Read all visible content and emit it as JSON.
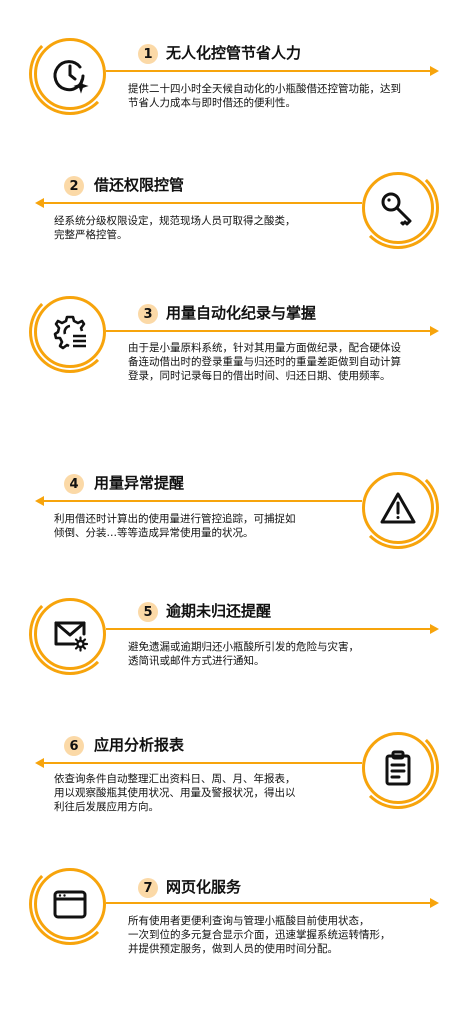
{
  "colors": {
    "accent": "#f7a40c",
    "badge": "#fbd9a7"
  },
  "features": [
    {
      "num": "1",
      "title": "无人化控管节省人力",
      "icon": "clock-sparkle-icon",
      "lines": [
        "提供二十四小时全天候自动化的小瓶酸借还控管功能，达到",
        "节省人力成本与即时借还的便利性。"
      ]
    },
    {
      "num": "2",
      "title": "借还权限控管",
      "icon": "key-icon",
      "lines": [
        "经系统分级权限设定，规范现场人员可取得之酸类，",
        "完整严格控管。"
      ]
    },
    {
      "num": "3",
      "title": "用量自动化纪录与掌握",
      "icon": "gear-list-icon",
      "lines": [
        "由于是小量原料系统，针对其用量方面做纪录，配合硬体设",
        "备连动借出时的登录重量与归还时的重量差距做到自动计算",
        "登录，同时记录每日的借出时间、归还日期、使用频率。"
      ]
    },
    {
      "num": "4",
      "title": "用量异常提醒",
      "icon": "warning-icon",
      "lines": [
        "利用借还时计算出的使用量进行管控追踪，可捕捉如",
        "倾倒、分装…等等造成异常使用量的状况。"
      ]
    },
    {
      "num": "5",
      "title": "逾期未归还提醒",
      "icon": "mail-gear-icon",
      "lines": [
        "避免遗漏或逾期归还小瓶酸所引发的危险与灾害，",
        "透简讯或邮件方式进行通知。"
      ]
    },
    {
      "num": "6",
      "title": "应用分析报表",
      "icon": "clipboard-icon",
      "lines": [
        "依查询条件自动整理汇出资料日、周、月、年报表，",
        "用以观察酸瓶其使用状况、用量及警报状况，得出以",
        "利往后发展应用方向。"
      ]
    },
    {
      "num": "7",
      "title": "网页化服务",
      "icon": "browser-window-icon",
      "lines": [
        "所有使用者更便利查询与管理小瓶酸目前使用状态，",
        "一次到位的多元复合显示介面，迅速掌握系统运转情形，",
        "并提供预定服务，做到人员的使用时间分配。"
      ]
    }
  ]
}
